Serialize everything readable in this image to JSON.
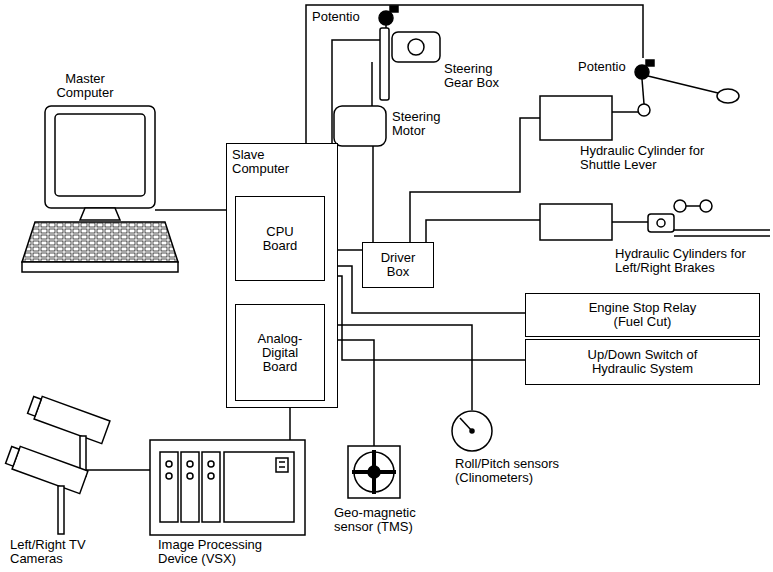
{
  "diagram": {
    "nodes": [
      {
        "text": [
          "Master Computer"
        ]
      },
      {
        "text": [
          "Slave Computer"
        ]
      },
      {
        "text": [
          "CPU Board"
        ],
        "in": 1
      },
      {
        "text": [
          "Analog-Digital Board"
        ],
        "in": 1
      },
      {
        "text": [
          "Driver Box"
        ]
      },
      {
        "text": [
          "Steering Gear Box"
        ]
      },
      {
        "text": [
          "Steering Motor"
        ]
      },
      {
        "text": [
          "Hydraulic Cylinder for Shuttle Lever"
        ]
      },
      {
        "text": [
          "Hydraulic Cylinders for Left/Right Brakes"
        ]
      },
      {
        "text": [
          "Engine Stop Relay (Fuel Cut)"
        ]
      },
      {
        "text": [
          "Up/Down Switch of Hydraulic System"
        ]
      },
      {
        "text": [
          "Image Processing Device (VSX)"
        ]
      },
      {
        "text": [
          "Left/Right TV Cameras"
        ]
      },
      {
        "text": [
          "Geo-magnetic sensor (TMS)"
        ]
      },
      {
        "text": [
          "Roll/Pitch sensors (Clinometers)"
        ]
      }
    ],
    "edges": [
      {
        "from": 0,
        "to": 1,
        "arrow": "none"
      },
      {
        "from": 11,
        "to": 1,
        "arrow": "none"
      },
      {
        "from": 12,
        "to": 11,
        "arrow": "none"
      },
      {
        "from": 2,
        "to": 5,
        "arrow": "none"
      },
      {
        "from": 2,
        "to": 7,
        "arrow": "none"
      },
      {
        "from": 2,
        "to": 4,
        "arrow": "none"
      },
      {
        "from": 4,
        "to": 6,
        "arrow": "none"
      },
      {
        "from": 4,
        "to": 7,
        "arrow": "none"
      },
      {
        "from": 4,
        "to": 8,
        "arrow": "none"
      },
      {
        "from": 2,
        "to": 9,
        "arrow": "none"
      },
      {
        "from": 2,
        "to": 10,
        "arrow": "none"
      },
      {
        "from": 3,
        "to": 13,
        "arrow": "none"
      },
      {
        "from": 3,
        "to": 14,
        "arrow": "none"
      }
    ],
    "labels": [
      "Potentio",
      "Potentio"
    ]
  }
}
